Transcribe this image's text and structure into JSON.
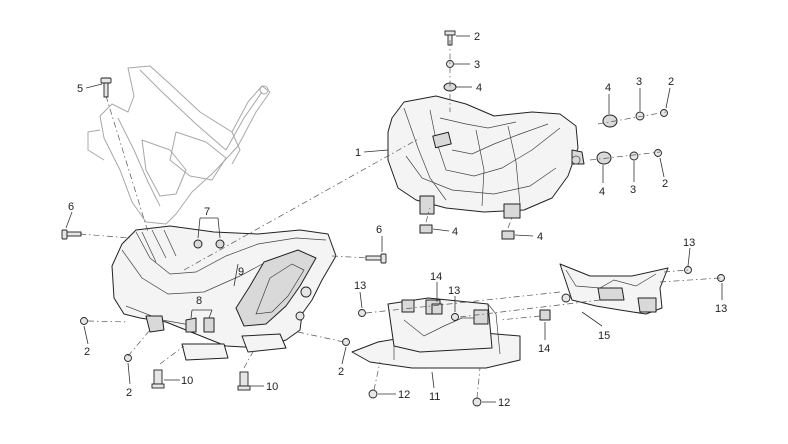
{
  "diagram": {
    "callouts": [
      {
        "key": "c2a",
        "text": "2"
      },
      {
        "key": "c3a",
        "text": "3"
      },
      {
        "key": "c4a",
        "text": "4"
      },
      {
        "key": "c5",
        "text": "5"
      },
      {
        "key": "c1",
        "text": "1"
      },
      {
        "key": "c4b",
        "text": "4"
      },
      {
        "key": "c3b",
        "text": "3"
      },
      {
        "key": "c2b",
        "text": "2"
      },
      {
        "key": "c4c",
        "text": "4"
      },
      {
        "key": "c3c",
        "text": "3"
      },
      {
        "key": "c2c",
        "text": "2"
      },
      {
        "key": "c6a",
        "text": "6"
      },
      {
        "key": "c7",
        "text": "7"
      },
      {
        "key": "c6b",
        "text": "6"
      },
      {
        "key": "c4d",
        "text": "4"
      },
      {
        "key": "c4e",
        "text": "4"
      },
      {
        "key": "c9",
        "text": "9"
      },
      {
        "key": "c13a",
        "text": "13"
      },
      {
        "key": "c14a",
        "text": "14"
      },
      {
        "key": "c13b",
        "text": "13"
      },
      {
        "key": "c13c",
        "text": "13"
      },
      {
        "key": "c13d",
        "text": "13"
      },
      {
        "key": "c8",
        "text": "8"
      },
      {
        "key": "c2d",
        "text": "2"
      },
      {
        "key": "c15",
        "text": "15"
      },
      {
        "key": "c14b",
        "text": "14"
      },
      {
        "key": "c2e",
        "text": "2"
      },
      {
        "key": "c2f",
        "text": "2"
      },
      {
        "key": "c10a",
        "text": "10"
      },
      {
        "key": "c10b",
        "text": "10"
      },
      {
        "key": "c11",
        "text": "11"
      },
      {
        "key": "c12a",
        "text": "12"
      },
      {
        "key": "c12b",
        "text": "12"
      }
    ]
  }
}
